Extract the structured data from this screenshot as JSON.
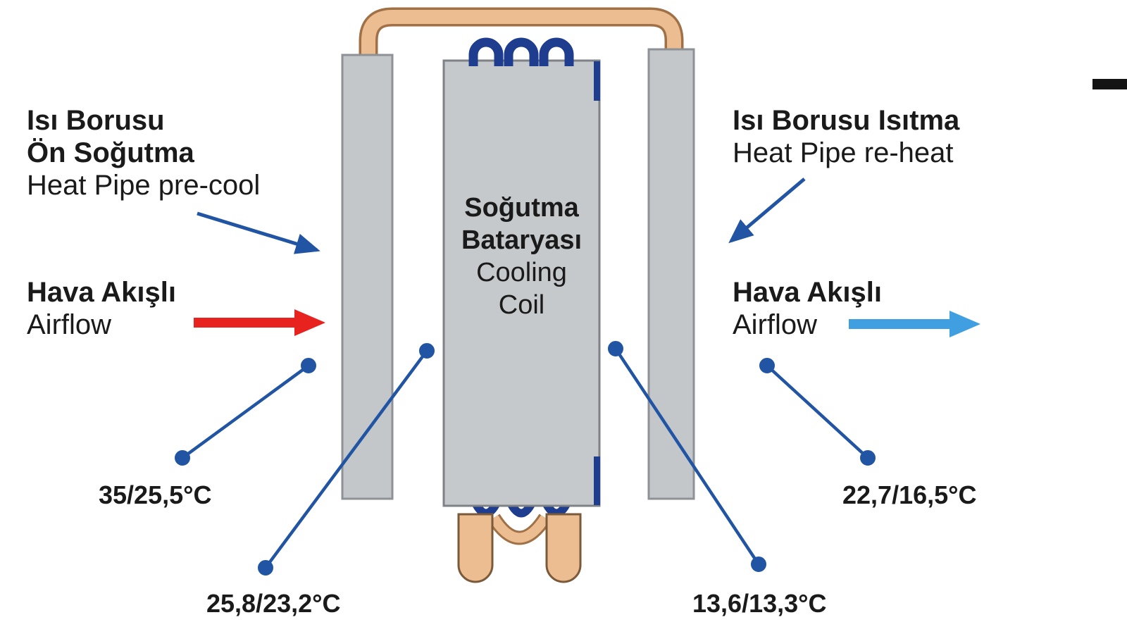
{
  "colors": {
    "accent_blue": "#2155a4",
    "coil_blue": "#1e3d8f",
    "arrow_red": "#e8231f",
    "arrow_light_blue": "#3f9fe0",
    "pipe_copper": "#ecbd90",
    "pipe_copper_outline": "#a07046",
    "panel_gray": "#c3c7ca",
    "panel_gray_border": "#8e9296",
    "text": "#1a1a1a"
  },
  "labels": {
    "pre_cool": {
      "line1_tr": "Isı Borusu",
      "line2_tr": "Ön Soğutma",
      "line3_en": "Heat Pipe pre-cool"
    },
    "airflow_in": {
      "tr": "Hava Akışlı",
      "en": "Airflow"
    },
    "re_heat": {
      "tr": "Isı Borusu Isıtma",
      "en": "Heat Pipe re-heat"
    },
    "airflow_out": {
      "tr": "Hava Akışlı",
      "en": "Airflow"
    },
    "cooling_coil": {
      "line1_tr": "Soğutma",
      "line2_tr": "Bataryası",
      "line3_en": "Cooling",
      "line4_en": "Coil"
    }
  },
  "temperatures": {
    "inlet": "35/25,5°C",
    "after_precool": "25,8/23,2°C",
    "after_coil": "13,6/13,3°C",
    "outlet": "22,7/16,5°C"
  }
}
